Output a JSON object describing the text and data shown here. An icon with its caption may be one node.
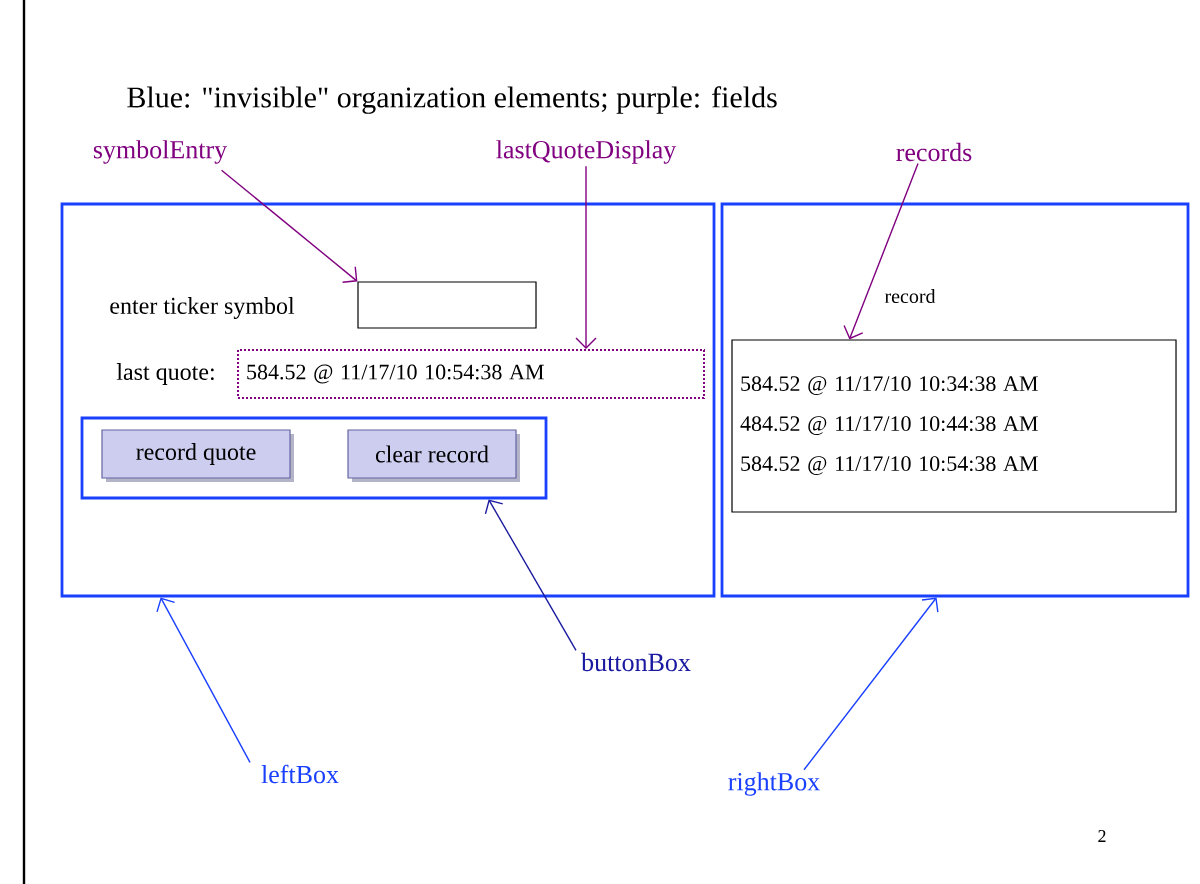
{
  "diagram": {
    "title": "Blue:  \"invisible\" organization elements; purple: fields",
    "nodes": [
      {
        "text": [],
        "shape": "box"
      },
      {
        "text": [],
        "shape": "box"
      },
      {
        "text": [],
        "shape": "box",
        "in": 0
      },
      {
        "text": [
          "584.52 @ 11/17/10 10:54:38 AM"
        ],
        "in": 0
      },
      {
        "text": [],
        "shape": "box",
        "in": 0
      },
      {
        "text": [
          "record quote"
        ],
        "in": 4
      },
      {
        "text": [
          "clear record"
        ],
        "in": 4
      },
      {
        "text": [
          "584.52 @ 11/17/10 10:34:38 AM",
          "484.52 @ 11/17/10 10:44:38 AM",
          "584.52 @ 11/17/10 10:54:38 AM"
        ],
        "in": 1
      },
      {
        "text": [
          "symbolEntry"
        ]
      },
      {
        "text": [
          "lastQuoteDisplay"
        ]
      },
      {
        "text": [
          "records"
        ]
      },
      {
        "text": [
          "buttonBox"
        ]
      },
      {
        "text": [
          "leftBox"
        ]
      },
      {
        "text": [
          "rightBox"
        ]
      }
    ],
    "edges": [
      {
        "from": 8,
        "to": 2,
        "arrow": "to",
        "color": "#800080"
      },
      {
        "from": 9,
        "to": 3,
        "arrow": "to",
        "color": "#800080"
      },
      {
        "from": 10,
        "to": 7,
        "arrow": "to",
        "color": "#800080"
      },
      {
        "from": 11,
        "to": 4,
        "arrow": "to",
        "color": "#1a1aa0"
      },
      {
        "from": 12,
        "to": 0,
        "arrow": "to",
        "color": "#1a40ff"
      },
      {
        "from": 13,
        "to": 1,
        "arrow": "to",
        "color": "#1a40ff"
      }
    ],
    "labels": [
      "enter ticker symbol",
      "last quote:",
      "record",
      "2"
    ]
  }
}
